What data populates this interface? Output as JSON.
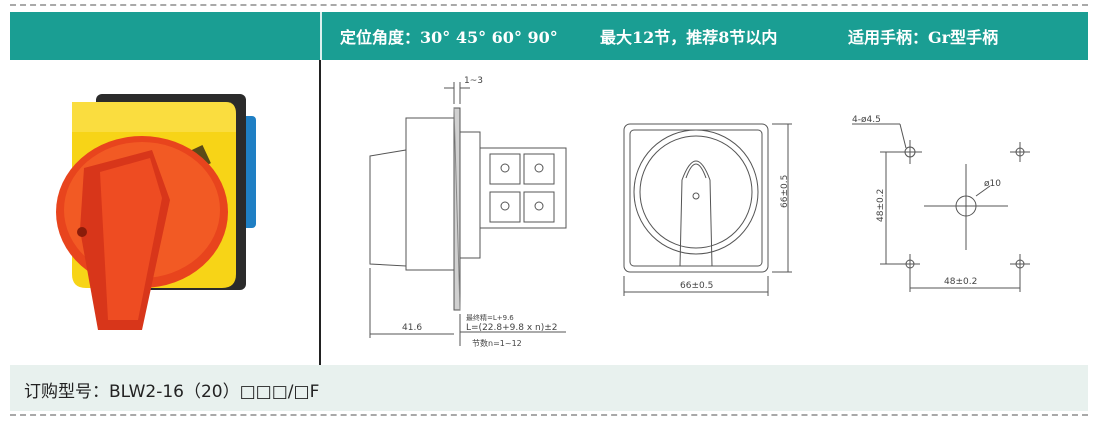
{
  "header": {
    "angles": "定位角度：30° 45° 60° 90°",
    "sections": "最大12节，推荐8节以内",
    "handle": "适用手柄：Gr型手柄"
  },
  "drawing": {
    "side_view": {
      "thickness": "1~3",
      "depth": "41.6",
      "formula_1": "最终精=L+9.6",
      "formula_2": "L=(22.8+9.8 x n)±2",
      "formula_3": "节数n=1~12"
    },
    "front_view": {
      "width": "66±0.5",
      "height": "66±0.5"
    },
    "mounting": {
      "holes": "4-ø4.5",
      "center_hole": "ø10",
      "vertical_spacing": "48±0.2",
      "horizontal_spacing": "48±0.2"
    }
  },
  "footer": {
    "order_code": "订购型号：BLW2-16（20）□□□/□F"
  },
  "colors": {
    "header_bg": "#1a9e93",
    "footer_bg": "#e8f1ee",
    "switch_body": "#f7d417",
    "switch_knob": "#e8441d",
    "switch_module": "#1f7fc4"
  }
}
